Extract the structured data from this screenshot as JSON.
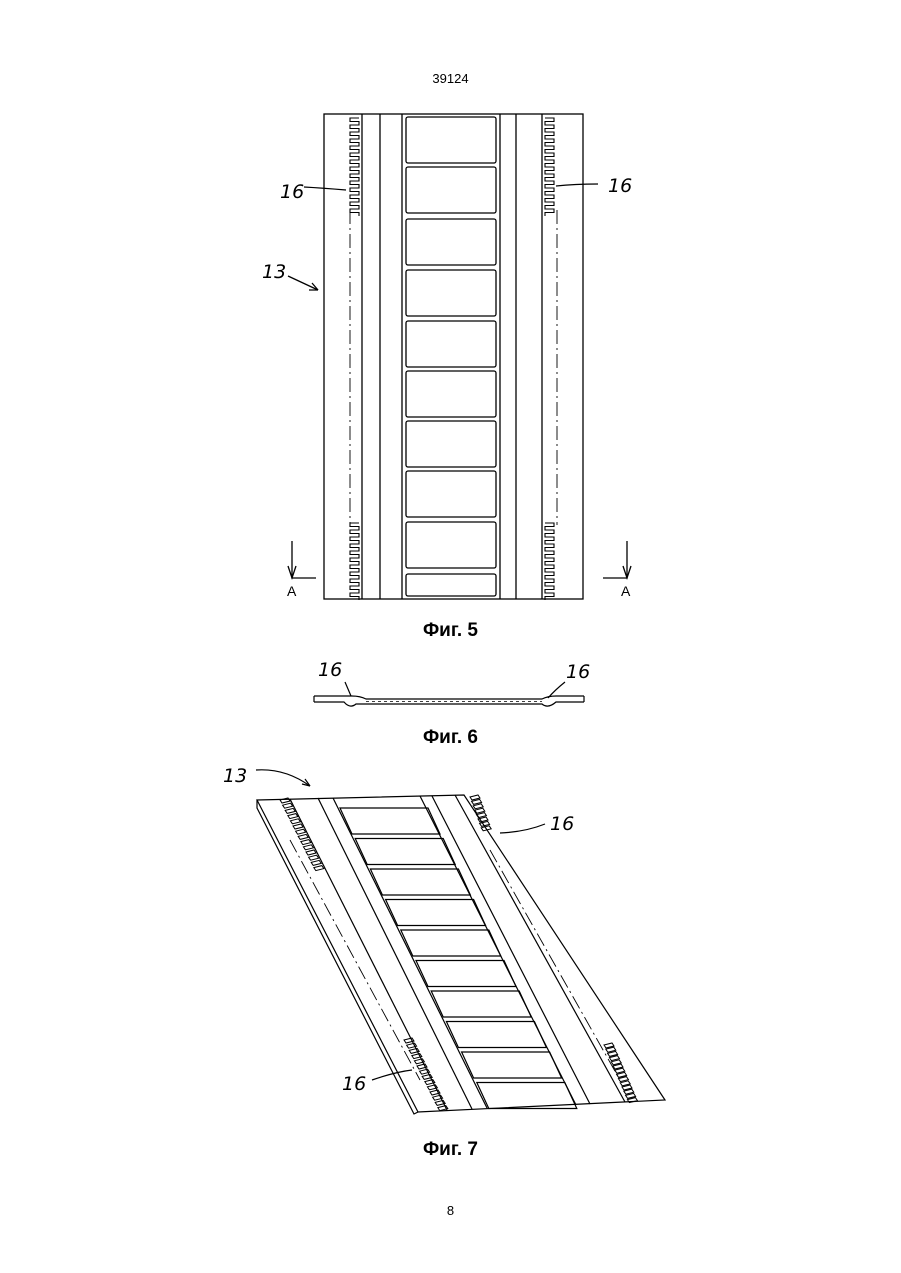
{
  "document": {
    "doc_number": "39124",
    "page_number": "8"
  },
  "figures": [
    {
      "caption": "Фиг. 5",
      "labels": {
        "belt": "13",
        "left_teeth": "16",
        "right_teeth": "16",
        "section_left": "A",
        "section_right": "A"
      }
    },
    {
      "caption": "Фиг. 6",
      "labels": {
        "left_teeth": "16",
        "right_teeth": "16"
      }
    },
    {
      "caption": "Фиг. 7",
      "labels": {
        "belt": "13",
        "top_teeth": "16",
        "bottom_teeth": "16"
      }
    }
  ]
}
